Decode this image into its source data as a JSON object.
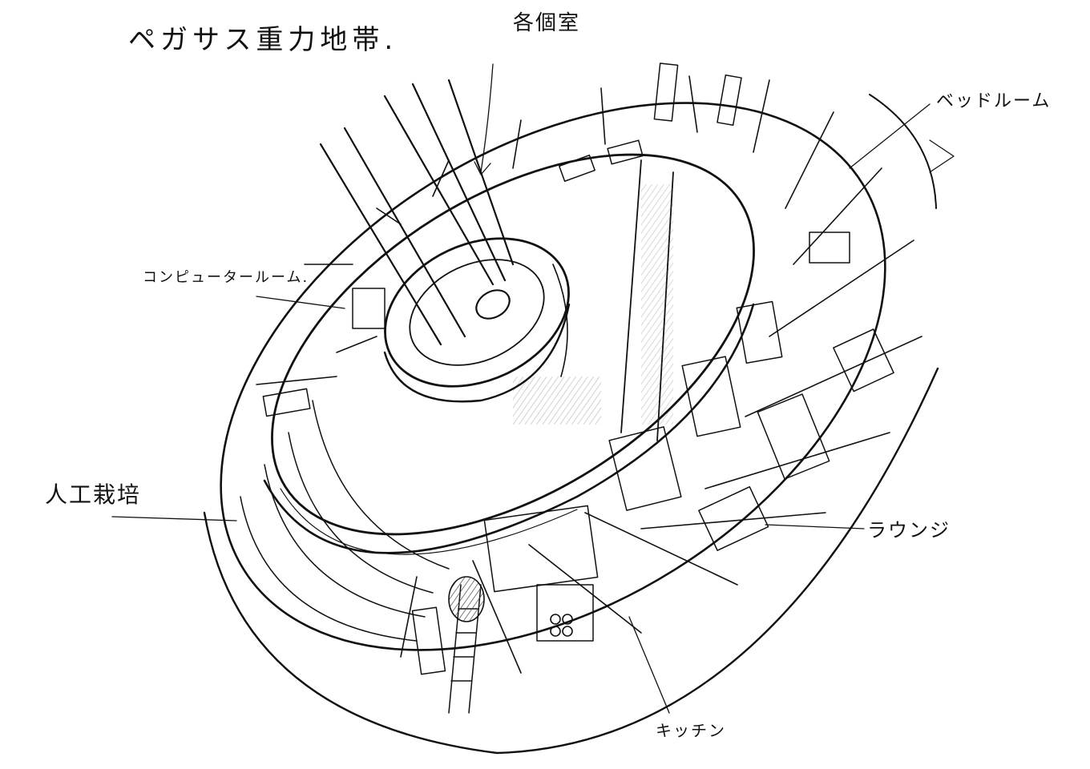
{
  "labels": {
    "title": "ペガサス重力地帯.",
    "private_rooms": "各個室",
    "bedroom": "ベッドルーム",
    "computer_room": "コンピュータールーム.",
    "artificial_cultivation": "人工栽培",
    "lounge": "ラウンジ",
    "kitchen": "キッチン"
  },
  "colors": {
    "ink": "#111111",
    "shade": "#555555",
    "paper": "#ffffff"
  }
}
